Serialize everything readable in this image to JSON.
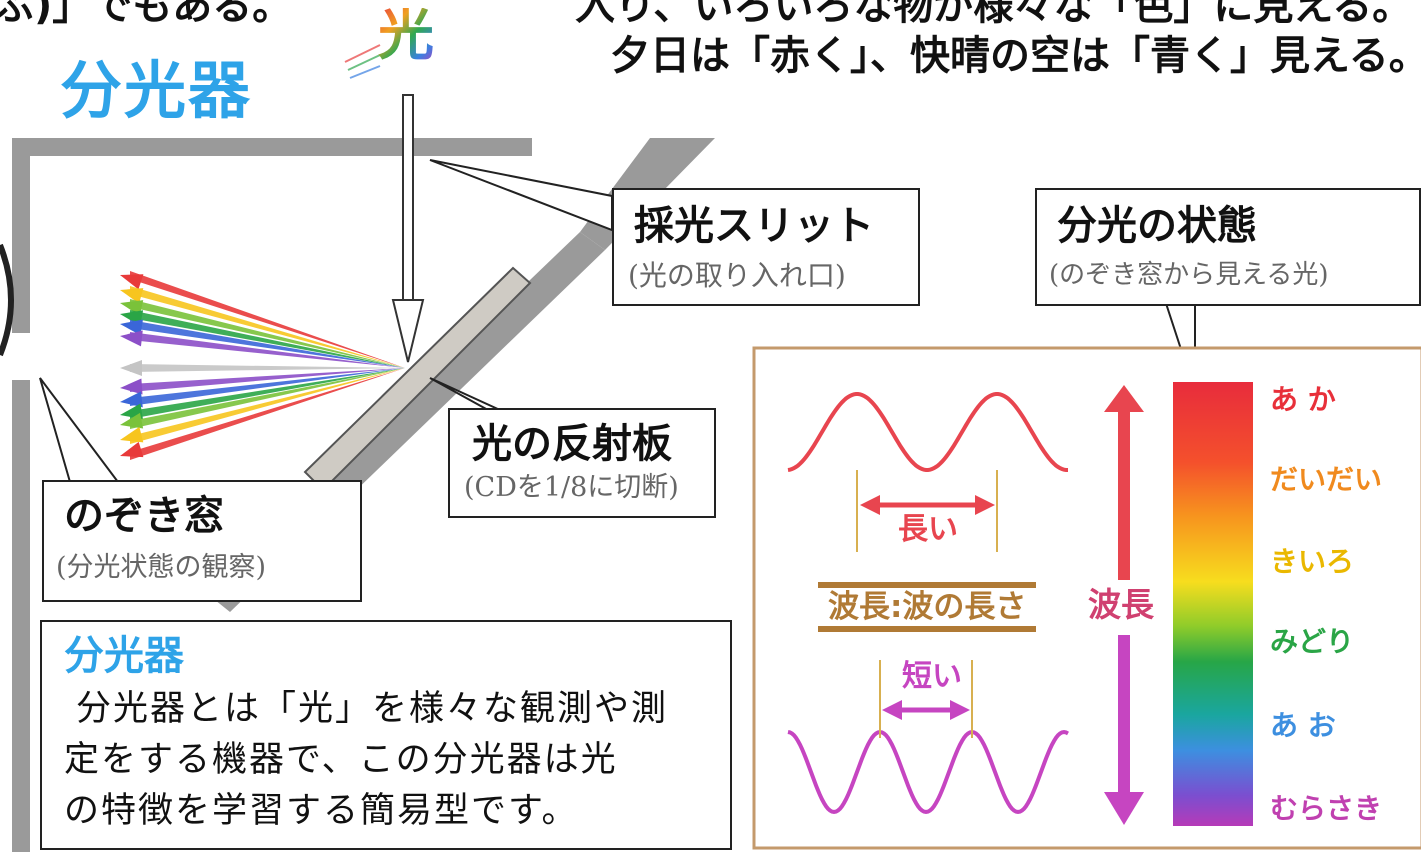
{
  "header": {
    "top_left_fragment": "ぶ)」でもある。",
    "top_right_line1": "入り、いろいろな物が様々な「色」に見える。",
    "top_right_line2": "夕日は「赤く」、快晴の空は「青く」見える。",
    "light_glyph": "光",
    "title": "分光器"
  },
  "callouts": {
    "slit": {
      "main": "採光スリット",
      "sub": "(光の取り入れ口)"
    },
    "reflector": {
      "main": "光の反射板",
      "sub": "(CDを1/8に切断)"
    },
    "window": {
      "main": "のぞき窓",
      "sub": "(分光状態の観察)"
    },
    "state": {
      "main": "分光の状態",
      "sub": "(のぞき窓から見える光)"
    }
  },
  "info": {
    "title": "分光器",
    "body_lines": [
      "分光器とは「光」を様々な観測や測",
      "定をする機器で、この分光器は光",
      "の特徴を学習する簡易型です。"
    ]
  },
  "spectrum_panel": {
    "long_label": "長い",
    "short_label": "短い",
    "definition": "波長:波の長さ",
    "axis_label": "波長",
    "colors": [
      "あ か",
      "だいだい",
      "きいろ",
      "みどり",
      "あ お",
      "むらさき"
    ],
    "color_hex": [
      "#e8303a",
      "#f08a1e",
      "#eab800",
      "#2aa546",
      "#3d8fe0",
      "#c040b0"
    ]
  },
  "palette": {
    "frame_gray": "#9a9a9a",
    "reflector_fill": "#cfcbc4",
    "long_wave": "#e8454f",
    "short_wave": "#c645c1",
    "definition_brown": "#b07a35",
    "title_blue": "#2ea3e8"
  }
}
